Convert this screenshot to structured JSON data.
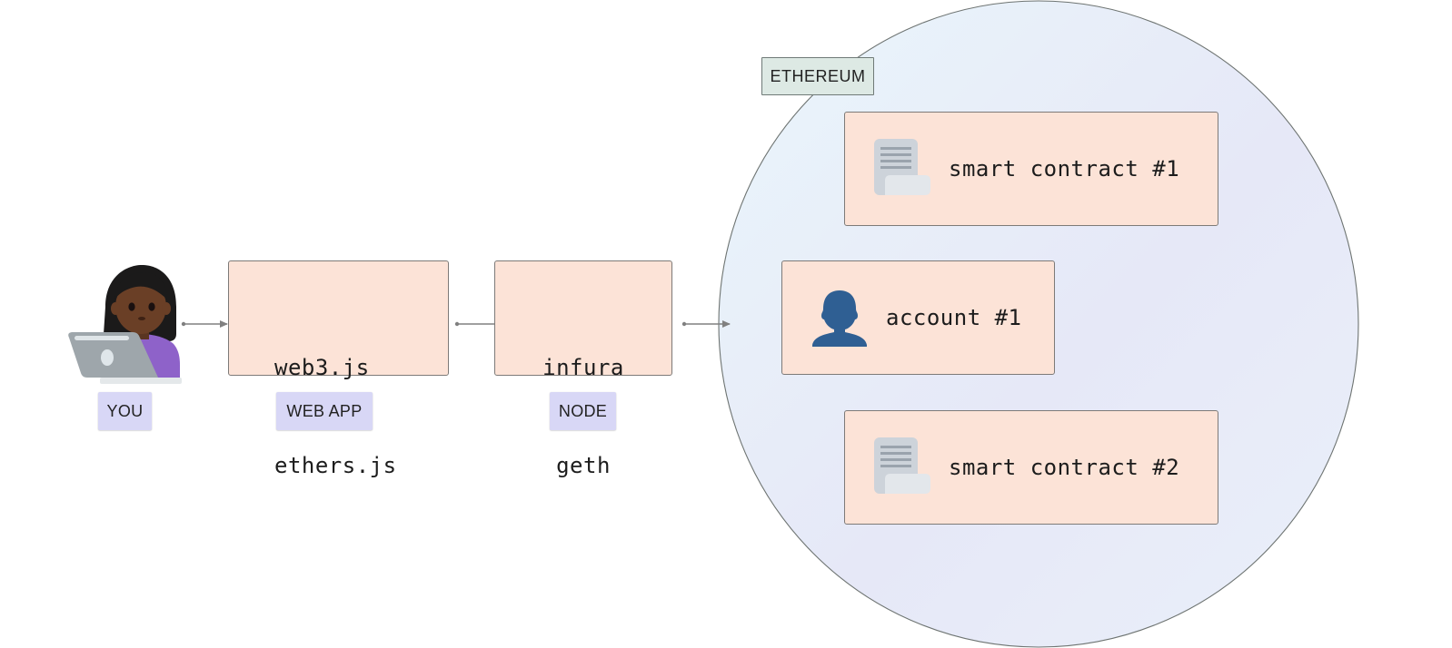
{
  "diagram": {
    "title": "Web3 application architecture",
    "colors": {
      "box_fill": "#fce3d7",
      "label_pill_fill": "#d8d7f6",
      "ethereum_tag_fill": "#dde9e4",
      "ethereum_circle_fill_start": "#e8f5fb",
      "ethereum_circle_fill_end": "#e6e6f6",
      "connector": "#808080",
      "account_icon": "#2f5f93",
      "contract_icon": "#cdd3da"
    },
    "nodes": {
      "you": {
        "label": "YOU",
        "icon": "woman-with-laptop-icon"
      },
      "web_app": {
        "lines": [
          "web3.js",
          "ethers.js"
        ],
        "label": "WEB APP"
      },
      "node": {
        "lines": [
          "infura",
          "geth"
        ],
        "label": "NODE"
      },
      "ethereum": {
        "label": "ETHEREUM",
        "items": [
          {
            "text": "smart contract #1",
            "icon": "contract-document-icon"
          },
          {
            "text": "account #1",
            "icon": "user-silhouette-icon"
          },
          {
            "text": "smart contract #2",
            "icon": "contract-document-icon"
          }
        ]
      }
    },
    "edges": [
      {
        "from": "you",
        "to": "web_app"
      },
      {
        "from": "web_app",
        "to": "node"
      },
      {
        "from": "node",
        "to": "ethereum"
      }
    ]
  }
}
